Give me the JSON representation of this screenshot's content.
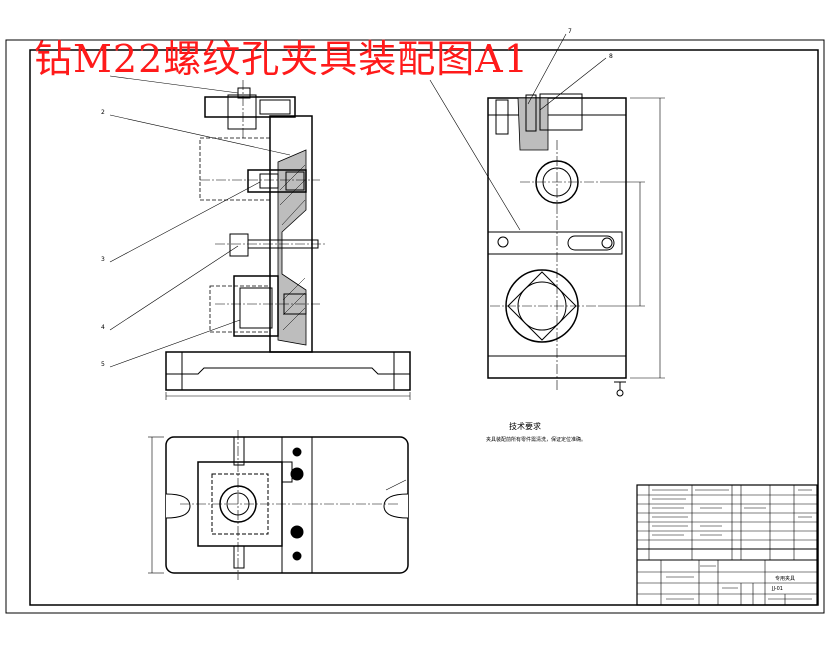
{
  "drawing": {
    "title": "钻M22螺纹孔夹具装配图A1",
    "colors": {
      "title": "#ff1a1a",
      "line": "#000000",
      "paper": "#ffffff"
    },
    "balloons": {
      "front": [
        "2",
        "3",
        "4",
        "5"
      ],
      "side": [
        "7",
        "8"
      ]
    },
    "technical_requirements": {
      "heading": "技术要求",
      "text": "夹具装配前所有零件需清洗，保证定位准确。"
    },
    "title_block": {
      "part_name": "专用夹具",
      "drawing_no": "JJ-01"
    }
  }
}
